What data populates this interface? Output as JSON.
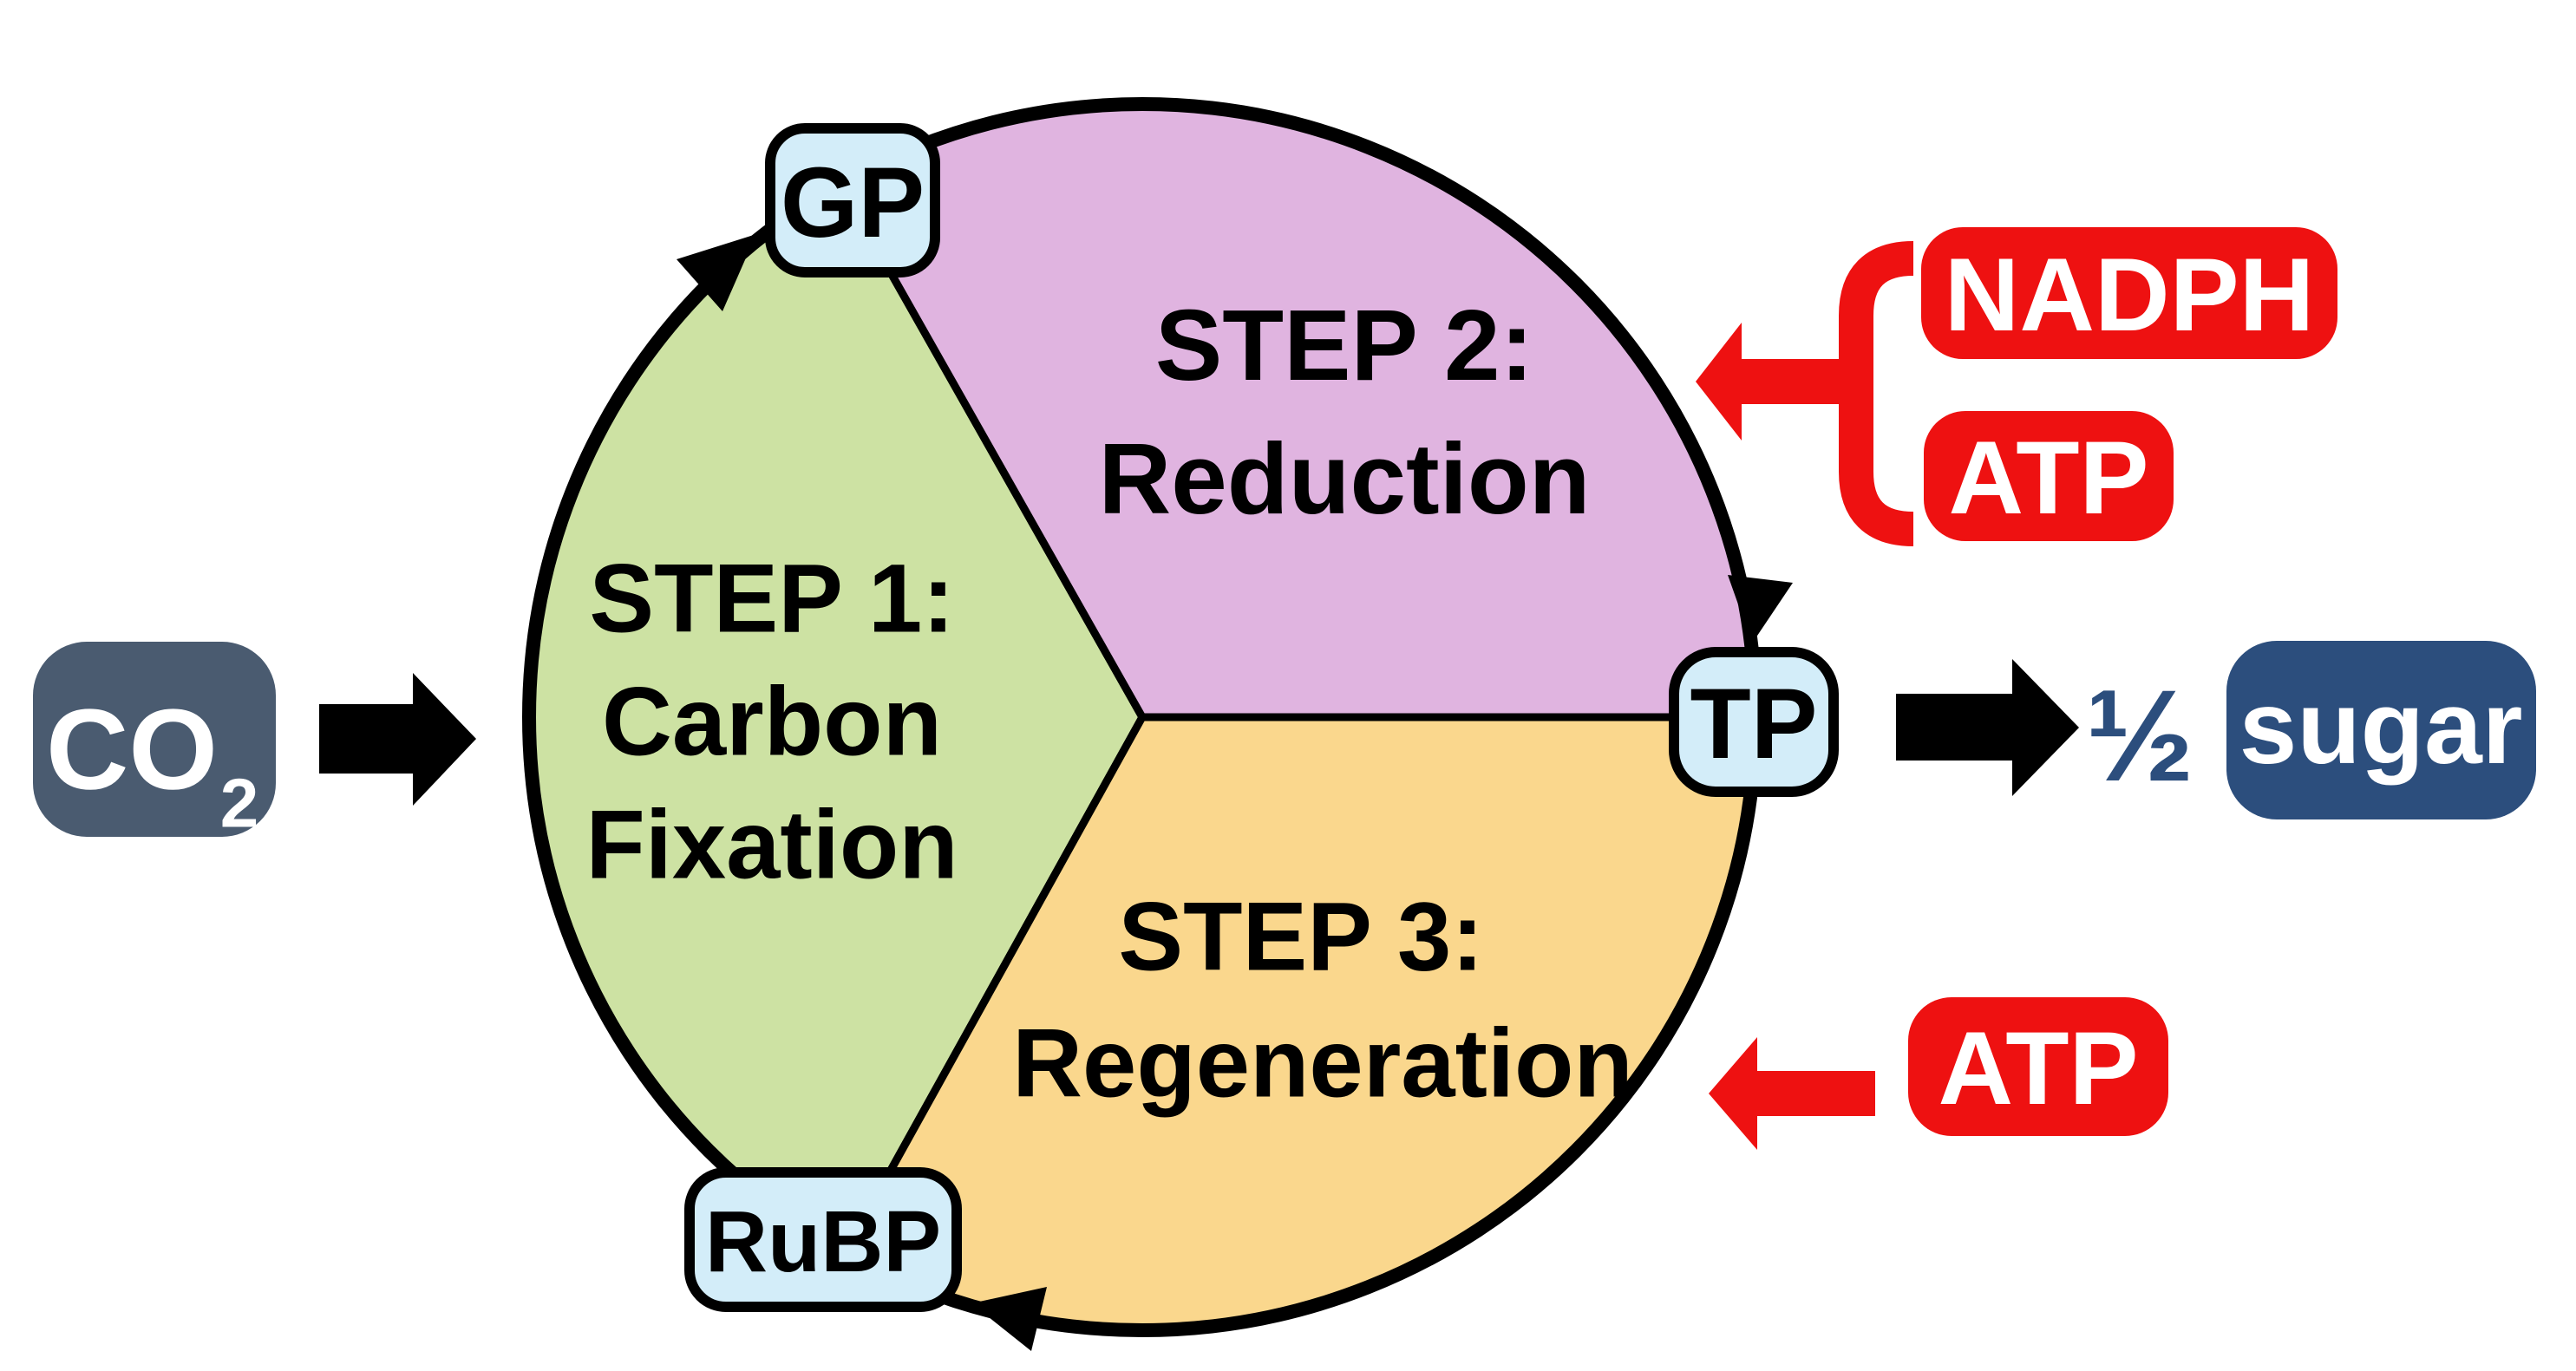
{
  "colors": {
    "step1_fill": "#cde2a3",
    "step2_fill": "#e0b4e0",
    "step3_fill": "#fad78d",
    "node_fill": "#d3edf9",
    "co2_fill": "#4a5b70",
    "sugar_fill": "#2c4e7d",
    "navy_text": "#2c4e7d",
    "red": "#ee1111",
    "black": "#000000"
  },
  "input": {
    "co2_main": "CO",
    "co2_sub": "2"
  },
  "steps": {
    "step1": {
      "line1": "STEP 1:",
      "line2": "Carbon",
      "line3": "Fixation"
    },
    "step2": {
      "line1": "STEP 2:",
      "line2": "Reduction"
    },
    "step3": {
      "line1": "STEP 3:",
      "line2": "Regeneration"
    }
  },
  "nodes": {
    "gp": "GP",
    "tp": "TP",
    "rubp": "RuBP"
  },
  "cofactors": {
    "nadph": "NADPH",
    "atp_step2": "ATP",
    "atp_step3": "ATP"
  },
  "output": {
    "fraction": "½",
    "product": "sugar"
  }
}
